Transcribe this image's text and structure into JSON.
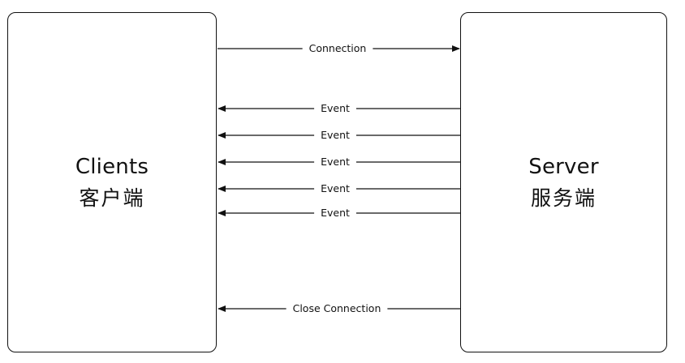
{
  "client": {
    "title": "Clients",
    "subtitle": "客户端"
  },
  "server": {
    "title": "Server",
    "subtitle": "服务端"
  },
  "messages": [
    {
      "label": "Connection",
      "direction": "client-to-server"
    },
    {
      "label": "Event",
      "direction": "server-to-client"
    },
    {
      "label": "Event",
      "direction": "server-to-client"
    },
    {
      "label": "Event",
      "direction": "server-to-client"
    },
    {
      "label": "Event",
      "direction": "server-to-client"
    },
    {
      "label": "Event",
      "direction": "server-to-client"
    },
    {
      "label": "Close Connection",
      "direction": "server-to-client"
    }
  ],
  "colors": {
    "stroke": "#111111",
    "background": "#ffffff"
  }
}
